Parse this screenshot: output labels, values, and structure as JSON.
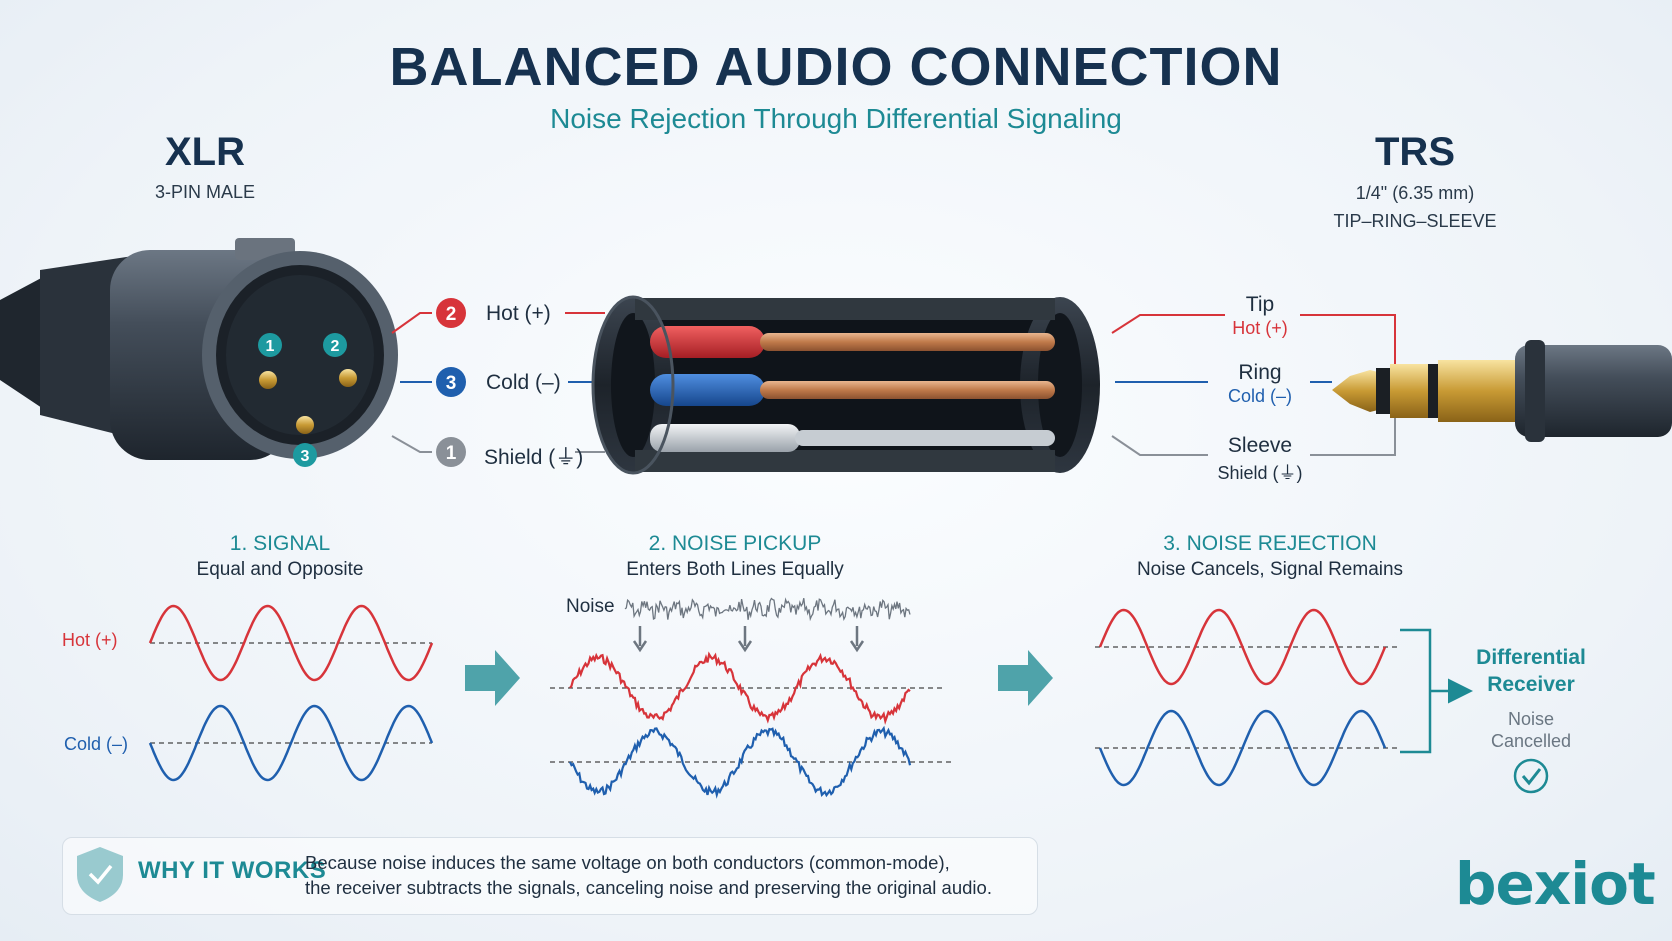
{
  "header": {
    "title": "BALANCED AUDIO CONNECTION",
    "subtitle": "Noise Rejection Through Differential Signaling"
  },
  "xlr": {
    "name": "XLR",
    "desc": "3-PIN MALE",
    "pins": [
      "1",
      "2",
      "3"
    ],
    "labels": {
      "hot_num": "2",
      "hot": "Hot (+)",
      "cold_num": "3",
      "cold": "Cold (–)",
      "shield_num": "1",
      "shield": "Shield (⏚)"
    }
  },
  "trs": {
    "name": "TRS",
    "size": "1/4\" (6.35 mm)",
    "desc": "TIP–RING–SLEEVE",
    "tip": "Tip",
    "tip_sub": "Hot (+)",
    "ring": "Ring",
    "ring_sub": "Cold (–)",
    "sleeve": "Sleeve",
    "sleeve_sub": "Shield (⏚)"
  },
  "steps": [
    {
      "title": "1. SIGNAL",
      "subtitle": "Equal and Opposite",
      "hot_label": "Hot (+)",
      "cold_label": "Cold (–)"
    },
    {
      "title": "2. NOISE PICKUP",
      "subtitle": "Enters Both Lines Equally",
      "noise_label": "Noise"
    },
    {
      "title": "3. NOISE REJECTION",
      "subtitle": "Noise Cancels, Signal Remains"
    }
  ],
  "receiver": {
    "title_line1": "Differential",
    "title_line2": "Receiver",
    "status_line1": "Noise",
    "status_line2": "Cancelled"
  },
  "why": {
    "label": "WHY IT WORKS",
    "line1": "Because noise induces the same voltage on both conductors (common-mode),",
    "line2": "the receiver subtracts the signals, canceling noise and preserving the original audio."
  },
  "brand": "bexiot",
  "colors": {
    "hot": "#d7343a",
    "cold": "#1f5fae",
    "shield": "#8a9098",
    "accent": "#1d8a94",
    "title": "#16314f"
  }
}
